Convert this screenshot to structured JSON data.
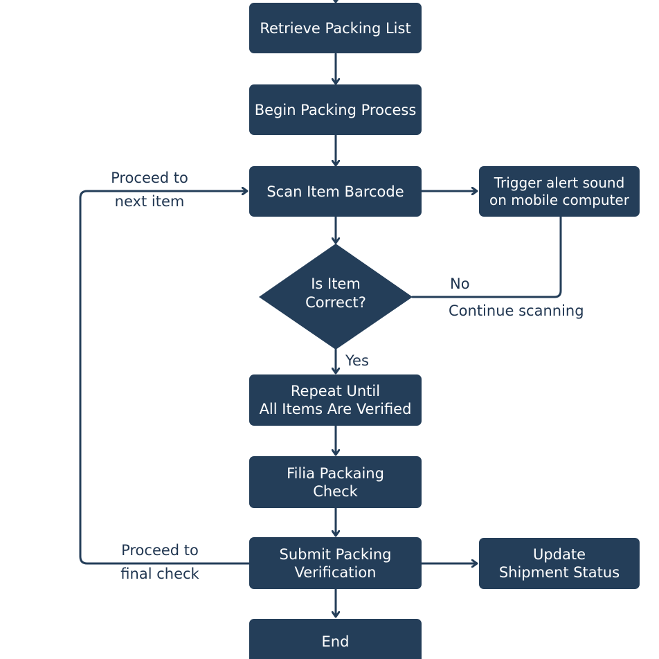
{
  "flowchart": {
    "nodes": {
      "retrieve": "Retrieve Packing List",
      "begin": "Begin Packing Process",
      "scan": "Scan Item Barcode",
      "alert": "Trigger alert sound\non mobile computer",
      "decision": "Is Item\nCorrect?",
      "repeat": "Repeat Until\nAll Items Are Verified",
      "final": "Filia Packaing\nCheck",
      "submit": "Submit Packing\nVerification",
      "update": "Update\nShipment Status",
      "end": "End"
    },
    "labels": {
      "proceed_next": "Proceed to\nnext item",
      "no": "No",
      "continue": "Continue scanning",
      "yes": "Yes",
      "proceed_final": "Proceed to\nfinal check"
    }
  }
}
